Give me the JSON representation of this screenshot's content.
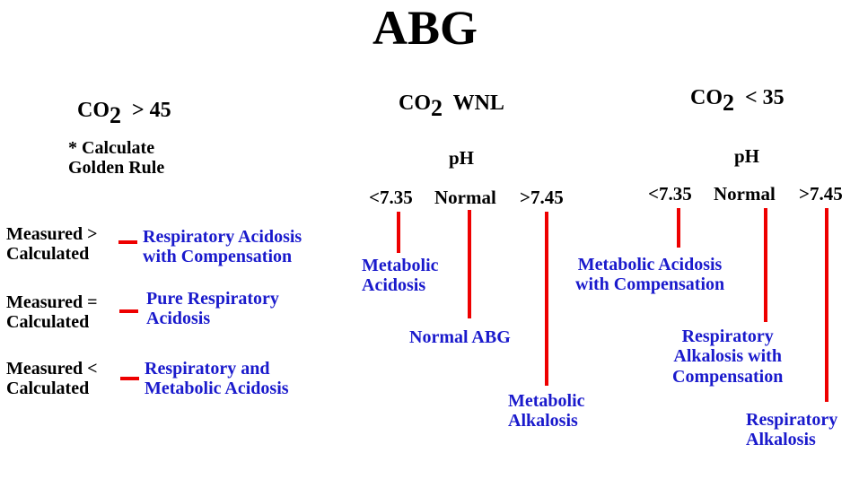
{
  "title": "ABG",
  "columns": [
    {
      "co2_prefix": "CO",
      "co2_subscript": "2",
      "co2_condition": "> 45"
    },
    {
      "co2_prefix": "CO",
      "co2_subscript": "2",
      "co2_condition": "WNL"
    },
    {
      "co2_prefix": "CO",
      "co2_subscript": "2",
      "co2_condition": "< 35"
    }
  ],
  "note": "*  Calculate\n    Golden Rule",
  "comparisons": [
    {
      "measured": "Measured >\nCalculated",
      "result": "Respiratory Acidosis\nwith Compensation"
    },
    {
      "measured": "Measured =\nCalculated",
      "result": "Pure Respiratory\nAcidosis"
    },
    {
      "measured": "Measured <\nCalculated",
      "result": "Respiratory and\nMetabolic Acidosis"
    }
  ],
  "ph_label": "pH",
  "wnl": {
    "ranges": [
      "<7.35",
      "Normal",
      ">7.45"
    ],
    "results": [
      "Metabolic\n Acidosis",
      "Normal ABG",
      "Metabolic\n Alkalosis"
    ]
  },
  "low": {
    "ranges": [
      "<7.35",
      "Normal",
      ">7.45"
    ],
    "results": [
      "Metabolic Acidosis\nwith Compensation",
      "Respiratory\nAlkalosis with\nCompensation",
      "Respiratory\n Alkalosis"
    ]
  },
  "colors": {
    "text": "#000000",
    "result_text": "#1a1acc",
    "connector": "#ee0000",
    "background": "#ffffff"
  }
}
